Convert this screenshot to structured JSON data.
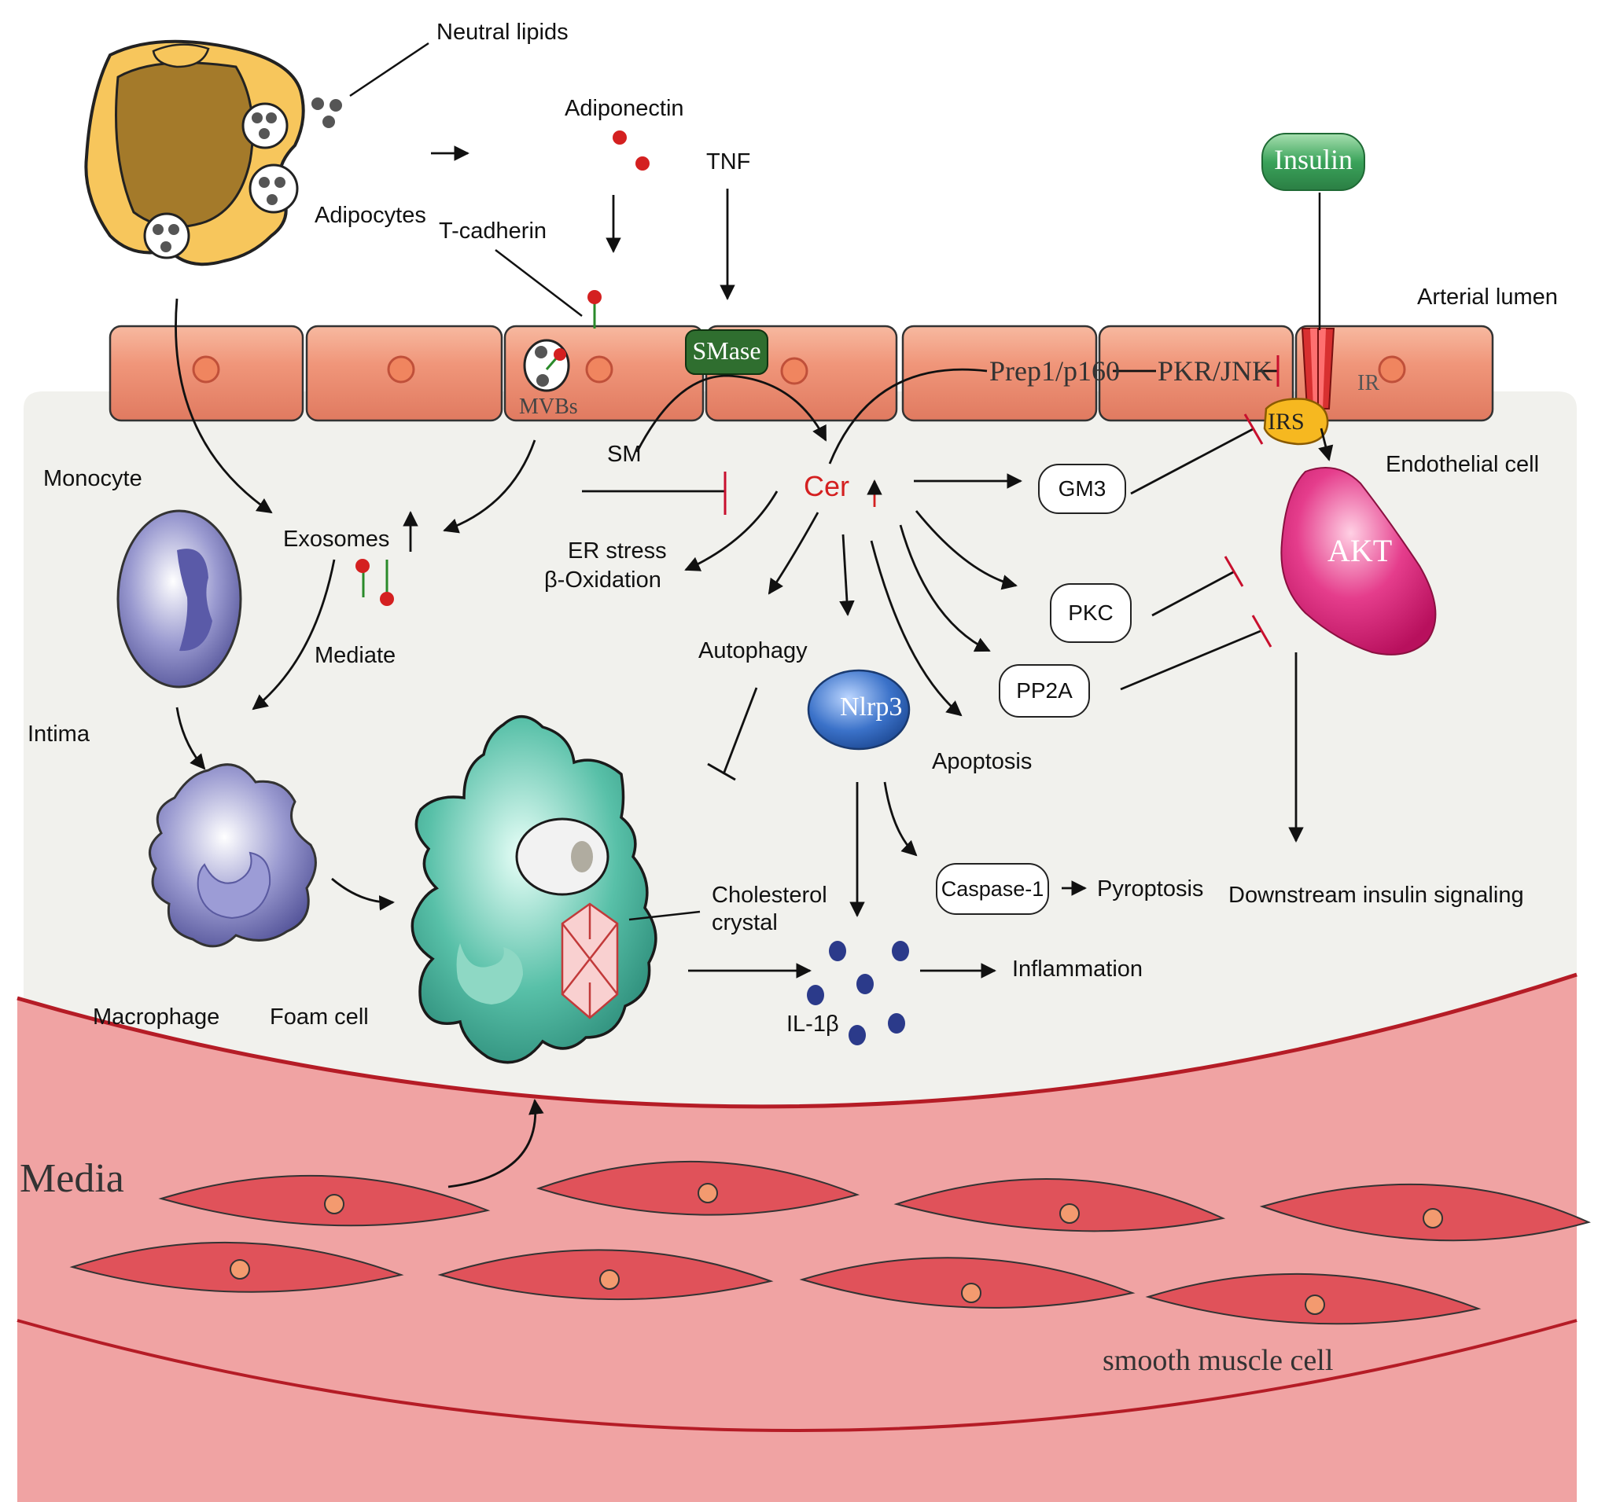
{
  "labels": {
    "neutral_lipids": "Neutral lipids",
    "adiponectin": "Adiponectin",
    "tnf": "TNF",
    "insulin": "Insulin",
    "adipocytes": "Adipocytes",
    "t_cadherin": "T-cadherin",
    "arterial_lumen": "Arterial lumen",
    "smase": "SMase",
    "mvbs": "MVBs",
    "prep1": "Prep1/p160",
    "pkr_jnk": "PKR/JNK",
    "ir": "IR",
    "irs": "IRS",
    "endothelial_cell": "Endothelial cell",
    "monocyte": "Monocyte",
    "exosomes": "Exosomes",
    "sm": "SM",
    "cer": "Cer",
    "er_stress": "ER stress",
    "beta_oxidation": "β-Oxidation",
    "gm3": "GM3",
    "akt": "AKT",
    "pkc": "PKC",
    "pp2a": "PP2A",
    "mediate": "Mediate",
    "autophagy": "Autophagy",
    "nlrp3": "Nlrp3",
    "intima": "Intima",
    "apoptosis": "Apoptosis",
    "caspase1": "Caspase-1",
    "pyroptosis": "Pyroptosis",
    "downstream": "Downstream insulin signaling",
    "cholesterol_crystal_1": "Cholesterol",
    "cholesterol_crystal_2": "crystal",
    "inflammation": "Inflammation",
    "il1b": "IL-1β",
    "macrophage": "Macrophage",
    "foam_cell": "Foam cell",
    "media": "Media",
    "smooth_muscle_cell": "smooth muscle cell"
  },
  "colors": {
    "endothelium": "#f0967a",
    "intima_bg": "#f1f1ed",
    "media_bg": "#f0a3a3",
    "smooth_muscle": "#e0525a",
    "cer_red": "#d42020",
    "adipocyte": "#f7c65c",
    "foam_cell": "#4cb8a0",
    "monocyte": "#6f6fb5",
    "akt": "#e2287a",
    "insulin": "#3aa35a",
    "smase": "#2f6e2f",
    "nlrp3": "#2a5fb5",
    "il1b_dot": "#2b3a8a"
  }
}
